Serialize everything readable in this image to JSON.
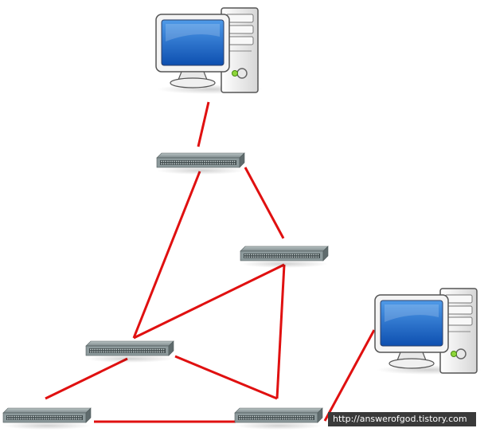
{
  "watermark": {
    "text": "http://answerofgod.tistory.com"
  },
  "colors": {
    "link": "#e01010",
    "switch_body": "#8a9596",
    "switch_front": "#5f6b6d",
    "monitor_screen": "#1a62c8",
    "case_body": "#f2f2f2"
  },
  "nodes": [
    {
      "id": "pc-top",
      "type": "computer-icon"
    },
    {
      "id": "switch-1",
      "type": "switch-icon"
    },
    {
      "id": "switch-2",
      "type": "switch-icon"
    },
    {
      "id": "switch-3",
      "type": "switch-icon"
    },
    {
      "id": "switch-4",
      "type": "switch-icon"
    },
    {
      "id": "switch-5",
      "type": "switch-icon"
    },
    {
      "id": "pc-right",
      "type": "computer-icon"
    }
  ],
  "links": [
    [
      "pc-top",
      "switch-1"
    ],
    [
      "switch-1",
      "switch-2"
    ],
    [
      "switch-1",
      "switch-3"
    ],
    [
      "switch-2",
      "switch-3"
    ],
    [
      "switch-2",
      "switch-5"
    ],
    [
      "switch-3",
      "switch-4"
    ],
    [
      "switch-3",
      "switch-5"
    ],
    [
      "switch-4",
      "switch-5"
    ],
    [
      "switch-5",
      "pc-right"
    ]
  ]
}
